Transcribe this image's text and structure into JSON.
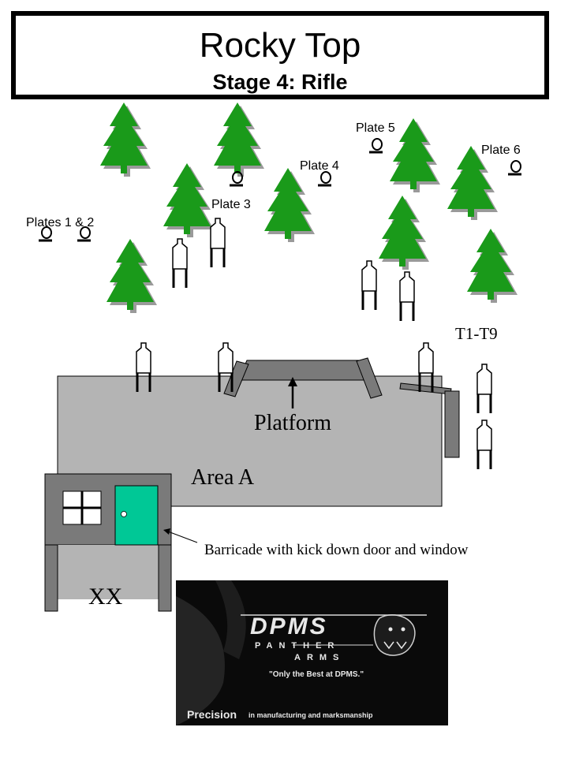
{
  "title": "Rocky Top",
  "subtitle": "Stage 4: Rifle",
  "labels": {
    "plates_1_2": "Plates 1 & 2",
    "plate_3": "Plate 3",
    "plate_4": "Plate 4",
    "plate_5": "Plate 5",
    "plate_6": "Plate 6",
    "targets": "T1-T9",
    "platform": "Platform",
    "area_a": "Area A",
    "barricade": "Barricade with kick down door and window",
    "start": "XX"
  },
  "logo": {
    "brand": "DPMS",
    "line1": "PANTHER",
    "line2": "ARMS",
    "slogan": "\"Only the Best at DPMS.\"",
    "tagline_lead": "Precision",
    "tagline_rest": "in manufacturing and marksmanship"
  },
  "colors": {
    "tree": "#1a9a1a",
    "tree_shadow": "#9a9a9a",
    "area": "#b4b4b4",
    "barrier": "#7a7a7a",
    "door": "#00c896"
  },
  "icons": [
    "pine-tree-icon",
    "steel-plate-icon",
    "silhouette-target-icon",
    "arrow-icon",
    "panther-icon"
  ]
}
